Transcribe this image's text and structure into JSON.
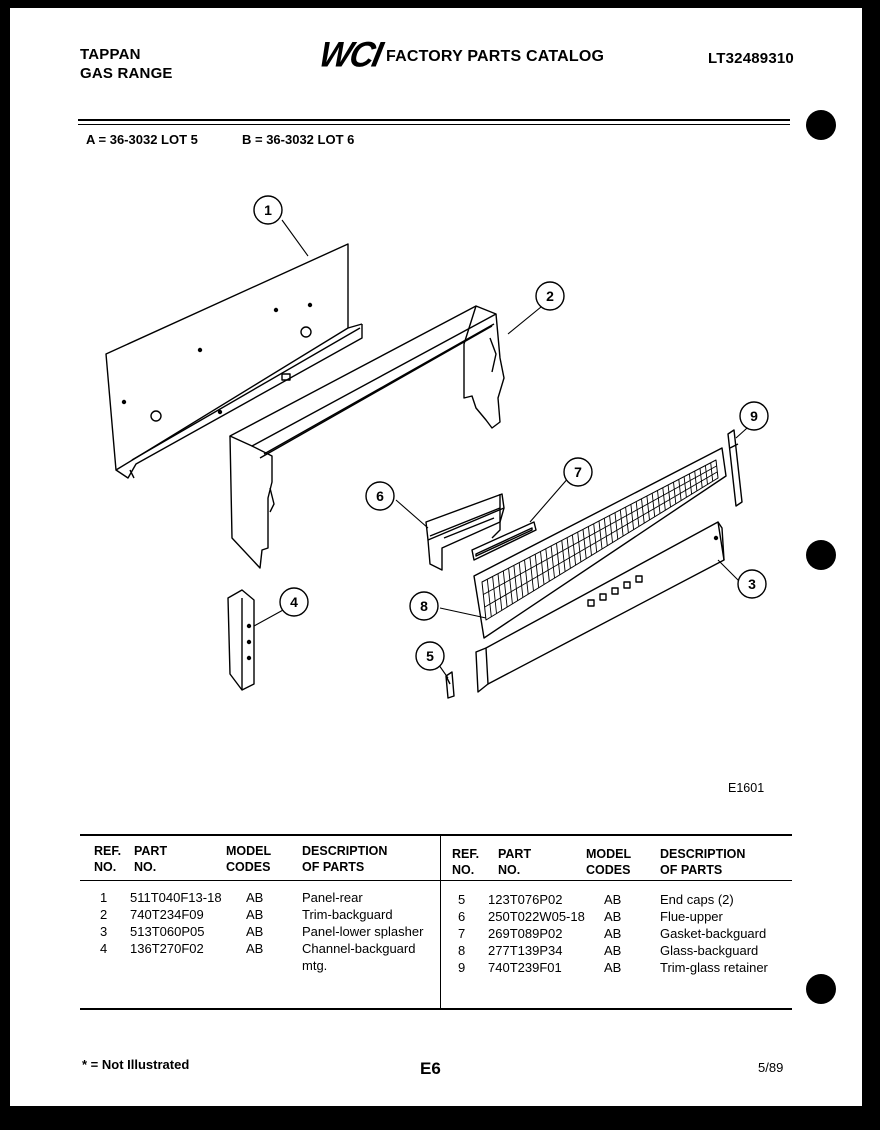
{
  "header": {
    "brand_line1": "TAPPAN",
    "brand_line2": "GAS RANGE",
    "logo_text": "WCI",
    "catalog_title": "FACTORY PARTS CATALOG",
    "catalog_number": "LT32489310"
  },
  "models": {
    "a": "A = 36-3032 LOT 5",
    "b": "B = 36-3032 LOT 6"
  },
  "diagram": {
    "callouts": [
      "1",
      "2",
      "3",
      "4",
      "5",
      "6",
      "7",
      "8",
      "9"
    ],
    "figure_code": "E1601"
  },
  "table": {
    "columns": {
      "ref": [
        "REF.",
        "NO."
      ],
      "part": [
        "PART",
        "NO."
      ],
      "model": [
        "MODEL",
        "CODES"
      ],
      "desc": [
        "DESCRIPTION",
        "OF PARTS"
      ]
    },
    "left_rows": [
      {
        "ref": "1",
        "part": "511T040F13-18",
        "codes": "AB",
        "desc": "Panel-rear"
      },
      {
        "ref": "2",
        "part": "740T234F09",
        "codes": "AB",
        "desc": "Trim-backguard"
      },
      {
        "ref": "3",
        "part": "513T060P05",
        "codes": "AB",
        "desc": "Panel-lower splasher"
      },
      {
        "ref": "4",
        "part": "136T270F02",
        "codes": "AB",
        "desc": "Channel-backguard",
        "desc2": "mtg."
      }
    ],
    "right_rows": [
      {
        "ref": "5",
        "part": "123T076P02",
        "codes": "AB",
        "desc": "End caps (2)"
      },
      {
        "ref": "6",
        "part": "250T022W05-18",
        "codes": "AB",
        "desc": "Flue-upper"
      },
      {
        "ref": "7",
        "part": "269T089P02",
        "codes": "AB",
        "desc": "Gasket-backguard"
      },
      {
        "ref": "8",
        "part": "277T139P34",
        "codes": "AB",
        "desc": "Glass-backguard"
      },
      {
        "ref": "9",
        "part": "740T239F01",
        "codes": "AB",
        "desc": "Trim-glass retainer"
      }
    ]
  },
  "footer": {
    "note": "* = Not Illustrated",
    "page": "E6",
    "date": "5/89"
  }
}
